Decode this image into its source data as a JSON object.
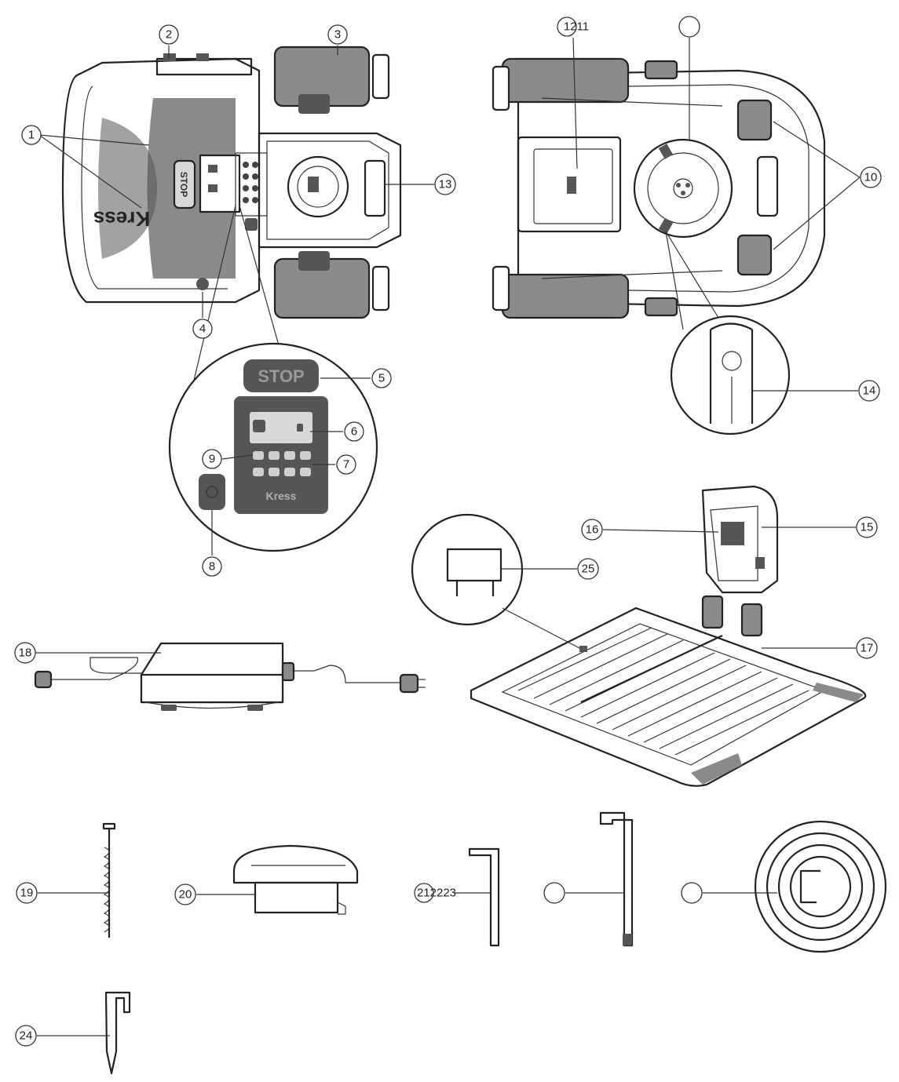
{
  "brand": {
    "logo_text": "Kress",
    "stop_label": "STOP"
  },
  "callouts": [
    {
      "id": "1",
      "label": "1"
    },
    {
      "id": "2",
      "label": "2"
    },
    {
      "id": "3",
      "label": "3"
    },
    {
      "id": "4",
      "label": "4"
    },
    {
      "id": "5",
      "label": "5"
    },
    {
      "id": "6",
      "label": "6"
    },
    {
      "id": "7",
      "label": "7"
    },
    {
      "id": "8",
      "label": "8"
    },
    {
      "id": "9",
      "label": "9"
    },
    {
      "id": "10",
      "label": "10"
    },
    {
      "id": "12-11",
      "label": "1211"
    },
    {
      "id": "blank-top",
      "label": ""
    },
    {
      "id": "13",
      "label": "13"
    },
    {
      "id": "14",
      "label": "14"
    },
    {
      "id": "15",
      "label": "15"
    },
    {
      "id": "16",
      "label": "16"
    },
    {
      "id": "17",
      "label": "17"
    },
    {
      "id": "18",
      "label": "18"
    },
    {
      "id": "19",
      "label": "19"
    },
    {
      "id": "20",
      "label": "20"
    },
    {
      "id": "21-22-23",
      "label": "212223"
    },
    {
      "id": "blank-hex",
      "label": ""
    },
    {
      "id": "blank-wire",
      "label": ""
    },
    {
      "id": "24",
      "label": "24"
    },
    {
      "id": "25",
      "label": "25"
    }
  ]
}
